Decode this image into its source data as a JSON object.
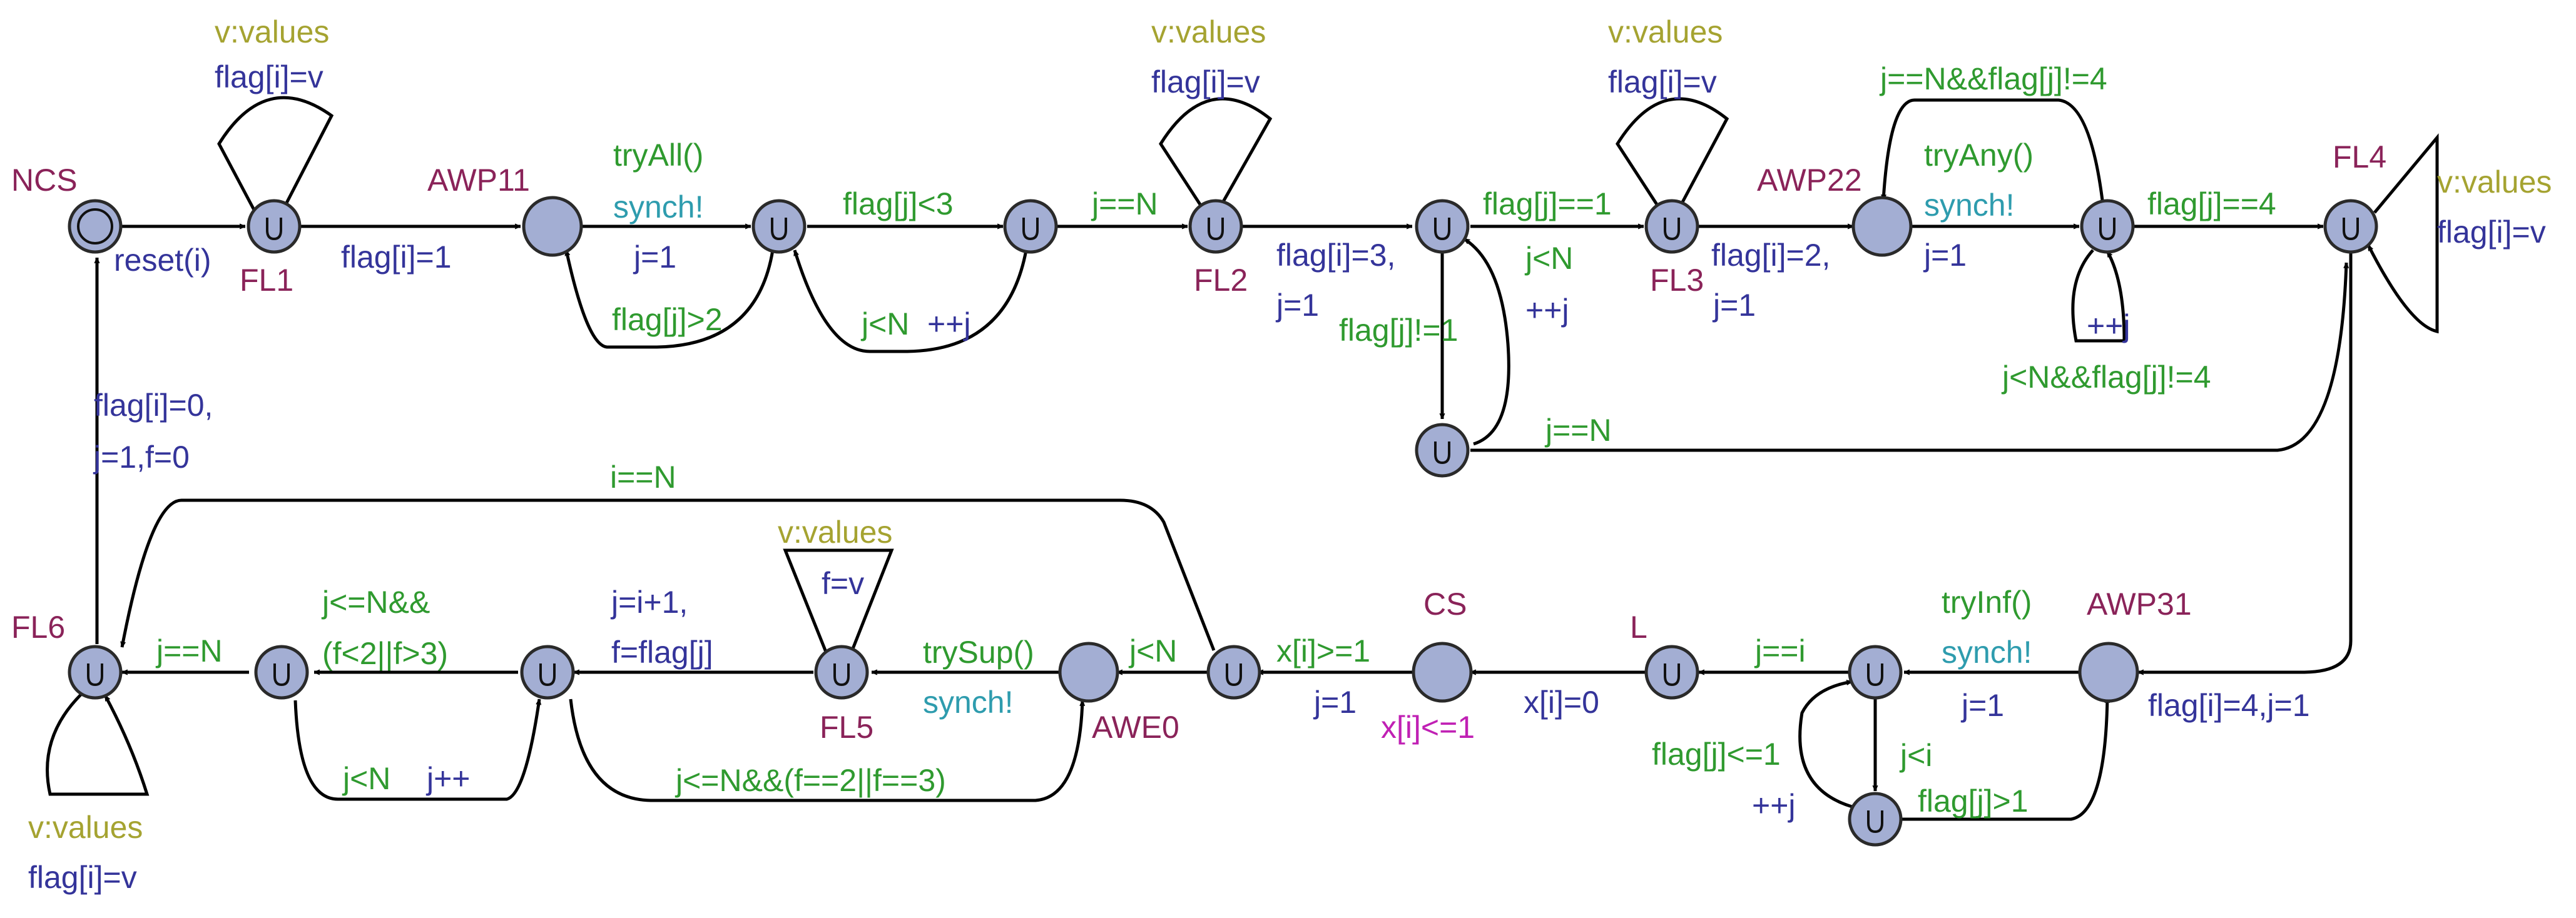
{
  "colors": {
    "background": "#ffffff",
    "location_fill": "#a3aed3",
    "location_name": "#8a2359",
    "selection": "#a5a331",
    "guard": "#2f9a2f",
    "synchronisation": "#2e9cae",
    "update": "#34349a",
    "invariant": "#c020b4",
    "edge": "#000000"
  },
  "locations": [
    {
      "id": "NCS",
      "name": "NCS",
      "kind": "initial"
    },
    {
      "id": "FL1",
      "name": "FL1",
      "kind": "urgent"
    },
    {
      "id": "AWP11",
      "name": "AWP11",
      "kind": "normal"
    },
    {
      "id": "t1",
      "name": "",
      "kind": "urgent"
    },
    {
      "id": "t2",
      "name": "",
      "kind": "urgent"
    },
    {
      "id": "FL2",
      "name": "FL2",
      "kind": "urgent"
    },
    {
      "id": "t3",
      "name": "",
      "kind": "urgent"
    },
    {
      "id": "t4",
      "name": "",
      "kind": "urgent"
    },
    {
      "id": "FL3",
      "name": "FL3",
      "kind": "urgent"
    },
    {
      "id": "AWP22",
      "name": "AWP22",
      "kind": "normal"
    },
    {
      "id": "t5",
      "name": "",
      "kind": "urgent"
    },
    {
      "id": "FL4",
      "name": "FL4",
      "kind": "urgent"
    },
    {
      "id": "AWP31",
      "name": "AWP31",
      "kind": "normal"
    },
    {
      "id": "t6",
      "name": "",
      "kind": "urgent"
    },
    {
      "id": "t7",
      "name": "",
      "kind": "urgent"
    },
    {
      "id": "L",
      "name": "L",
      "kind": "urgent"
    },
    {
      "id": "CS",
      "name": "CS",
      "kind": "normal",
      "invariant": "x[i]<=1"
    },
    {
      "id": "t8",
      "name": "",
      "kind": "urgent"
    },
    {
      "id": "AWE0",
      "name": "AWE0",
      "kind": "normal"
    },
    {
      "id": "FL5",
      "name": "FL5",
      "kind": "urgent"
    },
    {
      "id": "t9",
      "name": "",
      "kind": "urgent"
    },
    {
      "id": "t10",
      "name": "",
      "kind": "urgent"
    },
    {
      "id": "FL6",
      "name": "FL6",
      "kind": "urgent"
    }
  ],
  "edges": [
    {
      "id": "e01",
      "source": "NCS",
      "target": "FL1",
      "labels": [
        {
          "kind": "update",
          "text": "reset(i)"
        }
      ]
    },
    {
      "id": "e02",
      "source": "FL1",
      "target": "FL1",
      "labels": [
        {
          "kind": "selection",
          "text": "v:values"
        },
        {
          "kind": "update",
          "text": "flag[i]=v"
        }
      ]
    },
    {
      "id": "e03",
      "source": "FL1",
      "target": "AWP11",
      "labels": [
        {
          "kind": "update",
          "text": "flag[i]=1"
        }
      ]
    },
    {
      "id": "e04",
      "source": "AWP11",
      "target": "t1",
      "labels": [
        {
          "kind": "guard",
          "text": "tryAll()"
        },
        {
          "kind": "synchronisation",
          "text": "synch!"
        },
        {
          "kind": "update",
          "text": "j=1"
        }
      ]
    },
    {
      "id": "e05",
      "source": "t1",
      "target": "AWP11",
      "labels": [
        {
          "kind": "guard",
          "text": "flag[j]>2"
        }
      ]
    },
    {
      "id": "e06",
      "source": "t1",
      "target": "t2",
      "labels": [
        {
          "kind": "guard",
          "text": "flag[j]<3"
        }
      ]
    },
    {
      "id": "e07",
      "source": "t2",
      "target": "t1",
      "labels": [
        {
          "kind": "guard",
          "text": "j<N"
        },
        {
          "kind": "update",
          "text": "++j"
        }
      ]
    },
    {
      "id": "e08",
      "source": "t2",
      "target": "FL2",
      "labels": [
        {
          "kind": "guard",
          "text": "j==N"
        }
      ]
    },
    {
      "id": "e09",
      "source": "FL2",
      "target": "FL2",
      "labels": [
        {
          "kind": "selection",
          "text": "v:values"
        },
        {
          "kind": "update",
          "text": "flag[i]=v"
        }
      ]
    },
    {
      "id": "e10",
      "source": "FL2",
      "target": "t3",
      "labels": [
        {
          "kind": "update",
          "text": "flag[i]=3,"
        },
        {
          "kind": "update",
          "text": "j=1"
        }
      ]
    },
    {
      "id": "e11",
      "source": "t3",
      "target": "t4",
      "labels": [
        {
          "kind": "guard",
          "text": "flag[j]!=1"
        }
      ]
    },
    {
      "id": "e12",
      "source": "t4",
      "target": "t3",
      "labels": [
        {
          "kind": "guard",
          "text": "j<N"
        },
        {
          "kind": "update",
          "text": "++j"
        }
      ]
    },
    {
      "id": "e13",
      "source": "t3",
      "target": "FL3",
      "labels": [
        {
          "kind": "guard",
          "text": "flag[j]==1"
        }
      ]
    },
    {
      "id": "e14",
      "source": "t4",
      "target": "FL4",
      "labels": [
        {
          "kind": "guard",
          "text": "j==N"
        }
      ]
    },
    {
      "id": "e15",
      "source": "FL3",
      "target": "FL3",
      "labels": [
        {
          "kind": "selection",
          "text": "v:values"
        },
        {
          "kind": "update",
          "text": "flag[i]=v"
        }
      ]
    },
    {
      "id": "e16",
      "source": "FL3",
      "target": "AWP22",
      "labels": [
        {
          "kind": "update",
          "text": "flag[i]=2,"
        },
        {
          "kind": "update",
          "text": "j=1"
        }
      ]
    },
    {
      "id": "e17",
      "source": "AWP22",
      "target": "t5",
      "labels": [
        {
          "kind": "guard",
          "text": "tryAny()"
        },
        {
          "kind": "synchronisation",
          "text": "synch!"
        },
        {
          "kind": "update",
          "text": "j=1"
        }
      ]
    },
    {
      "id": "e18",
      "source": "t5",
      "target": "AWP22",
      "labels": [
        {
          "kind": "guard",
          "text": "j==N&&flag[j]!=4"
        }
      ]
    },
    {
      "id": "e19",
      "source": "t5",
      "target": "t5",
      "labels": [
        {
          "kind": "update",
          "text": "++j"
        },
        {
          "kind": "guard",
          "text": "j<N&&flag[j]!=4"
        }
      ]
    },
    {
      "id": "e20",
      "source": "t5",
      "target": "FL4",
      "labels": [
        {
          "kind": "guard",
          "text": "flag[j]==4"
        }
      ]
    },
    {
      "id": "e21",
      "source": "FL4",
      "target": "FL4",
      "labels": [
        {
          "kind": "selection",
          "text": "v:values"
        },
        {
          "kind": "update",
          "text": "flag[i]=v"
        }
      ]
    },
    {
      "id": "e22",
      "source": "FL4",
      "target": "AWP31",
      "labels": [
        {
          "kind": "update",
          "text": "flag[i]=4,j=1"
        }
      ]
    },
    {
      "id": "e23",
      "source": "AWP31",
      "target": "t6",
      "labels": [
        {
          "kind": "guard",
          "text": "tryInf()"
        },
        {
          "kind": "synchronisation",
          "text": "synch!"
        },
        {
          "kind": "update",
          "text": "j=1"
        }
      ]
    },
    {
      "id": "e24",
      "source": "t6",
      "target": "t7",
      "labels": [
        {
          "kind": "guard",
          "text": "j<i"
        }
      ]
    },
    {
      "id": "e25",
      "source": "t7",
      "target": "t6",
      "labels": [
        {
          "kind": "guard",
          "text": "flag[j]<=1"
        },
        {
          "kind": "update",
          "text": "++j"
        }
      ]
    },
    {
      "id": "e26",
      "source": "t7",
      "target": "AWP31",
      "labels": [
        {
          "kind": "guard",
          "text": "flag[j]>1"
        }
      ]
    },
    {
      "id": "e27",
      "source": "t6",
      "target": "L",
      "labels": [
        {
          "kind": "guard",
          "text": "j==i"
        }
      ]
    },
    {
      "id": "e28",
      "source": "L",
      "target": "CS",
      "labels": [
        {
          "kind": "update",
          "text": "x[i]=0"
        }
      ]
    },
    {
      "id": "e29",
      "source": "CS",
      "target": "t8",
      "labels": [
        {
          "kind": "guard",
          "text": "x[i]>=1"
        },
        {
          "kind": "update",
          "text": "j=1"
        }
      ]
    },
    {
      "id": "e30",
      "source": "t8",
      "target": "AWE0",
      "labels": [
        {
          "kind": "guard",
          "text": "j<N"
        }
      ]
    },
    {
      "id": "e31",
      "source": "t8",
      "target": "FL6",
      "labels": [
        {
          "kind": "guard",
          "text": "i==N"
        }
      ]
    },
    {
      "id": "e32",
      "source": "AWE0",
      "target": "FL5",
      "labels": [
        {
          "kind": "guard",
          "text": "trySup()"
        },
        {
          "kind": "synchronisation",
          "text": "synch!"
        }
      ]
    },
    {
      "id": "e33",
      "source": "FL5",
      "target": "FL5",
      "labels": [
        {
          "kind": "selection",
          "text": "v:values"
        },
        {
          "kind": "update",
          "text": "f=v"
        }
      ]
    },
    {
      "id": "e34",
      "source": "FL5",
      "target": "t9",
      "labels": [
        {
          "kind": "update",
          "text": "j=i+1,"
        },
        {
          "kind": "update",
          "text": "f=flag[j]"
        }
      ]
    },
    {
      "id": "e35",
      "source": "t9",
      "target": "AWE0",
      "labels": [
        {
          "kind": "guard",
          "text": "j<=N&&(f==2||f==3)"
        }
      ]
    },
    {
      "id": "e36",
      "source": "t9",
      "target": "t10",
      "labels": [
        {
          "kind": "guard",
          "text": "j<=N&&"
        },
        {
          "kind": "guard",
          "text": "(f<2||f>3)"
        }
      ]
    },
    {
      "id": "e37",
      "source": "t10",
      "target": "t9",
      "labels": [
        {
          "kind": "guard",
          "text": "j<N"
        },
        {
          "kind": "update",
          "text": "j++"
        }
      ]
    },
    {
      "id": "e38",
      "source": "t10",
      "target": "FL6",
      "labels": [
        {
          "kind": "guard",
          "text": "j==N"
        }
      ]
    },
    {
      "id": "e39",
      "source": "FL6",
      "target": "FL6",
      "labels": [
        {
          "kind": "selection",
          "text": "v:values"
        },
        {
          "kind": "update",
          "text": "flag[i]=v"
        }
      ]
    },
    {
      "id": "e40",
      "source": "FL6",
      "target": "NCS",
      "labels": [
        {
          "kind": "update",
          "text": "flag[i]=0,"
        },
        {
          "kind": "update",
          "text": "j=1,f=0"
        }
      ]
    }
  ]
}
